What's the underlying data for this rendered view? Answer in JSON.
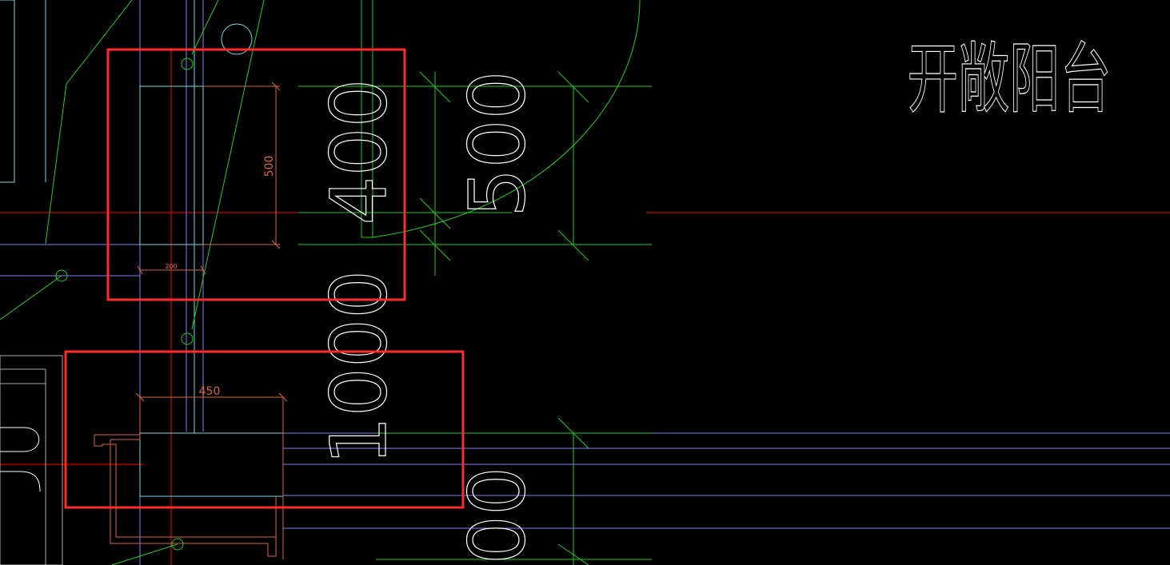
{
  "title_cn": "开敞阳台",
  "dims": {
    "d500_small": "500",
    "d200_small": "200",
    "d450_small": "450",
    "d400_large": "400",
    "d500_large": "500",
    "d1000_large": "1000",
    "d500_bottom": "00"
  },
  "colors": {
    "background": "#000000",
    "grid_red": "#ff0000",
    "highlight_red": "#ff2a2a",
    "green": "#19d219",
    "cyan": "#66e0e6",
    "blue": "#7f7fff",
    "orange": "#e0643c",
    "white": "#ffffff"
  }
}
